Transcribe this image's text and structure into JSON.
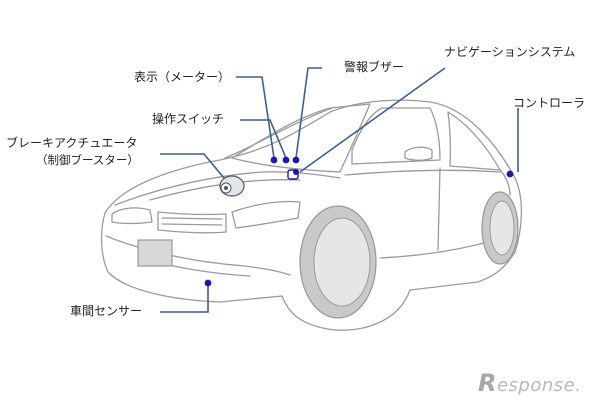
{
  "labels": {
    "display_meter": "表示（メーター）",
    "warning_buzzer": "警報ブザー",
    "navigation_system": "ナビゲーションシステム",
    "operation_switch": "操作スイッチ",
    "brake_actuator": "ブレーキアクチュエータ",
    "brake_booster": "（制御ブースター）",
    "controller": "コントローラ",
    "distance_sensor": "車間センサー"
  },
  "logo": {
    "text": "esponse.",
    "initial": "R"
  },
  "colors": {
    "leader_line": "#3f5f8f",
    "marker": "#1a1aa8",
    "car_outline": "#9a9a9a",
    "car_shade": "#d2d2d2"
  }
}
